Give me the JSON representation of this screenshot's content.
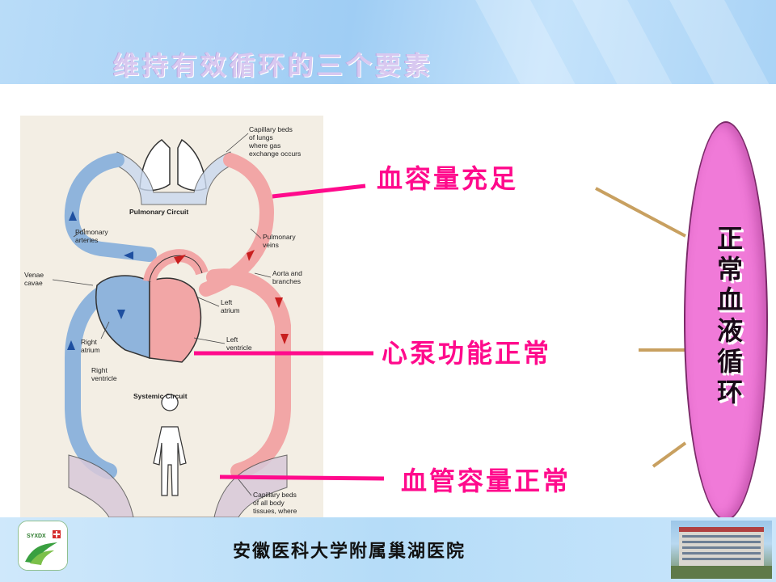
{
  "slide": {
    "title": "维持有效循环的三个要素",
    "factors": [
      "血容量充足",
      "心泵功能正常",
      "血管容量正常"
    ],
    "oval_label": "正常血液循环",
    "footer": "安徽医科大学附属巢湖医院"
  },
  "diagram": {
    "labels": {
      "capillary_lungs_1": "Capillary beds",
      "capillary_lungs_2": "of lungs",
      "capillary_lungs_3": "where gas",
      "capillary_lungs_4": "exchange occurs",
      "pulmonary_circuit": "Pulmonary Circuit",
      "pulmonary_arteries_1": "Pulmonary",
      "pulmonary_arteries_2": "arteries",
      "pulmonary_veins_1": "Pulmonary",
      "pulmonary_veins_2": "veins",
      "venae_cavae_1": "Venae",
      "venae_cavae_2": "cavae",
      "aorta_1": "Aorta and",
      "aorta_2": "branches",
      "left_atrium_1": "Left",
      "left_atrium_2": "atrium",
      "left_ventricle_1": "Left",
      "left_ventricle_2": "ventricle",
      "right_atrium_1": "Right",
      "right_atrium_2": "atrium",
      "right_ventricle_1": "Right",
      "right_ventricle_2": "ventricle",
      "systemic_circuit": "Systemic Circuit",
      "capillary_body_1": "Capillary beds",
      "capillary_body_2": "of all body",
      "capillary_body_3": "tissues, where"
    }
  },
  "logo": {
    "text": "SYXDX"
  },
  "colors": {
    "factor": "#ff0a8c",
    "connector_pink": "#ff0a8c",
    "connector_tan": "#c8a060",
    "oval_fill": "#f07ad8",
    "blood_blue": "#8fb4dc",
    "blood_red": "#f2a6a6"
  }
}
